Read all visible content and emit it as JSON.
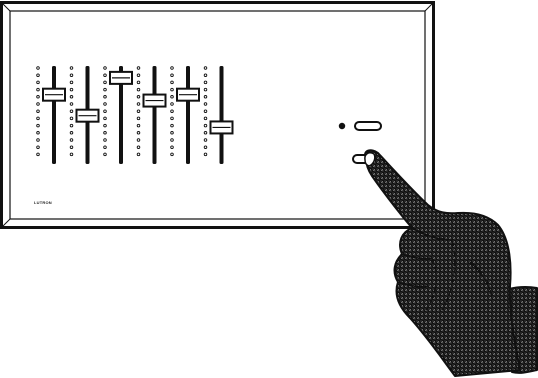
{
  "panel": {
    "brand_label": "LUTRON",
    "faders": [
      {
        "id": 1,
        "level": 0.73
      },
      {
        "id": 2,
        "level": 0.48
      },
      {
        "id": 3,
        "level": 0.93
      },
      {
        "id": 4,
        "level": 0.66
      },
      {
        "id": 5,
        "level": 0.73
      },
      {
        "id": 6,
        "level": 0.34
      }
    ],
    "buttons": [
      {
        "name": "upper-button",
        "indicator_on": true
      },
      {
        "name": "lower-button",
        "indicator_on": false
      }
    ]
  },
  "hand": {
    "icon": "pointing-hand-icon",
    "target": "lower-button"
  },
  "colors": {
    "ink": "#111111",
    "paper": "#ffffff",
    "frame": "#2a2a2a"
  }
}
